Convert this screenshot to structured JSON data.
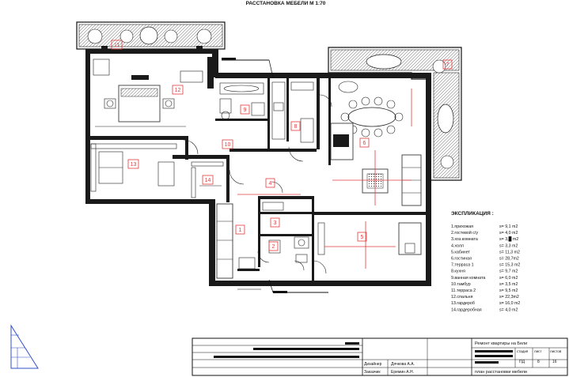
{
  "sheet": {
    "title": "РАССТАНОВКА МЕБЕЛИ М 1:70"
  },
  "room_labels": [
    "1",
    "2",
    "3",
    "4",
    "5",
    "6",
    "7",
    "8",
    "9",
    "10",
    "11",
    "12",
    "13",
    "14"
  ],
  "explication": {
    "heading": "ЭКСПЛИКАЦИЯ :",
    "rows": [
      {
        "name": "1.прихожая",
        "area": "s= 9,1 m2"
      },
      {
        "name": "2.гостевой с/у",
        "area": "s= 4,0 m2"
      },
      {
        "name": "3.хоз.комната",
        "area": "s= 3,█ m2"
      },
      {
        "name": "4.холл",
        "area": "s= 3,3 m2"
      },
      {
        "name": "5.кабинет",
        "area": "s= 11,3 m2"
      },
      {
        "name": "6.гостиная",
        "area": "s= 28,7m2"
      },
      {
        "name": "7.терраса 1",
        "area": "s= 15,3 m2"
      },
      {
        "name": "8.кухня",
        "area": "s= 9,7 m2"
      },
      {
        "name": "9.ванная комната",
        "area": "s= 6,0 m2"
      },
      {
        "name": "10.тамбур",
        "area": "s= 3,5 m2"
      },
      {
        "name": "11.терраса 2",
        "area": "s= 9,5 m2"
      },
      {
        "name": "12.спальня",
        "area": "s= 22,3m2"
      },
      {
        "name": "13.гардероб",
        "area": "s= 16,0 m2"
      },
      {
        "name": "14.гардеробная",
        "area": "s= 4,0 m2"
      }
    ]
  },
  "title_block": {
    "project": "Ремонт квартиры на Бели",
    "col_stage": "стадия",
    "col_sheet": "лист",
    "col_sheets": "листов",
    "stage": "ПД",
    "sheet_no": "8",
    "sheets_total": "16",
    "sheet_name": "план расстановки мебели",
    "role_designer": "Дизайнер",
    "name_designer": "Дячкова А.А.",
    "role_customer": "Заказчик",
    "name_customer": "Еремин А.Н."
  }
}
